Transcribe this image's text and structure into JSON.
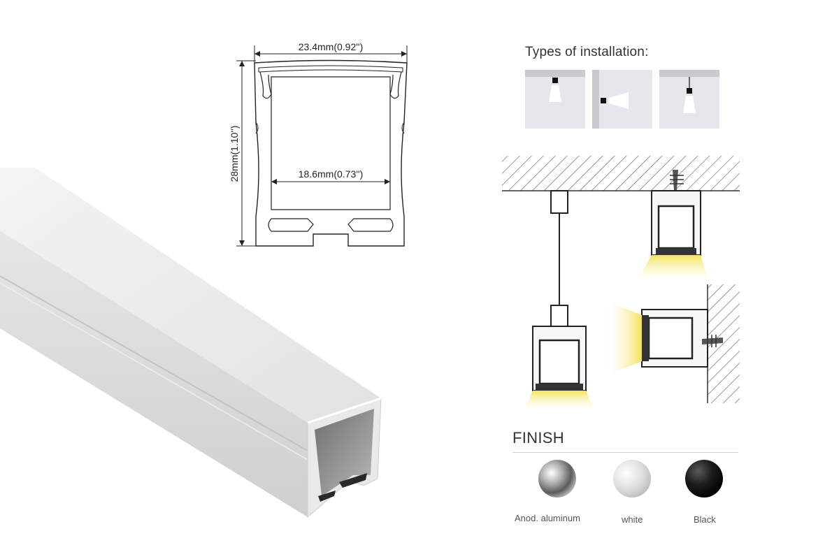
{
  "dimensions": {
    "outer_width": "23.4mm(0.92'')",
    "height": "28mm(1.10'')",
    "inner_width": "18.6mm(0.73'')"
  },
  "installation": {
    "title": "Types of installation:",
    "types": [
      "ceiling-mounted-icon",
      "wall-mounted-icon",
      "pendant-icon"
    ]
  },
  "finish": {
    "title": "FINISH",
    "options": [
      {
        "label": "Anod. aluminum",
        "color": "#8a8a8a"
      },
      {
        "label": "white",
        "color": "#e6e6e6"
      },
      {
        "label": "Black",
        "color": "#1c1c1c"
      }
    ]
  },
  "colors": {
    "light_beam": "#f3e45a",
    "hatch": "#555555",
    "tile_bg": "#e6e6ec"
  }
}
